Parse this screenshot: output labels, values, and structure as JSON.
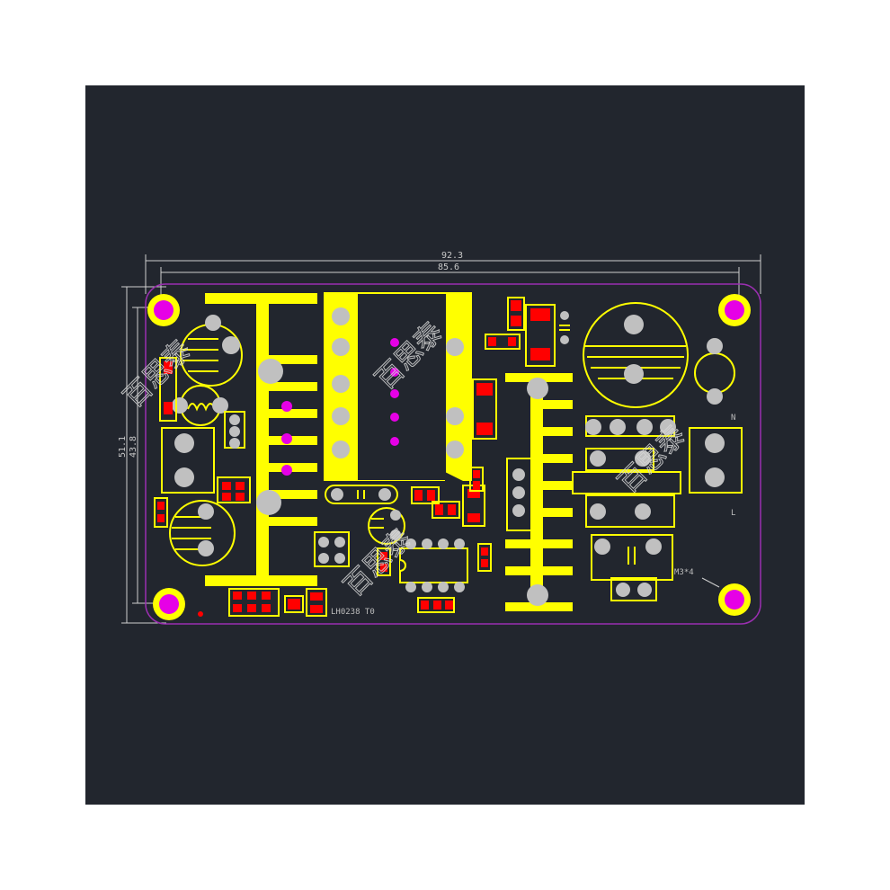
{
  "dimensions": {
    "width_outer": "92.3",
    "width_inner": "85.6",
    "height_outer": "51.1",
    "height_inner": "43.8"
  },
  "labels": {
    "mount_holes": "M3*4",
    "board_name": "LH0238 T0",
    "terminal_top": "N",
    "terminal_bottom": "L"
  },
  "watermark": "百思泰",
  "colors": {
    "background": "#22262e",
    "copper": "#ffff00",
    "pad_smd": "#ff0000",
    "via": "#e600e6",
    "hole": "#c0c0c0",
    "outline": "#9a2fb0"
  }
}
